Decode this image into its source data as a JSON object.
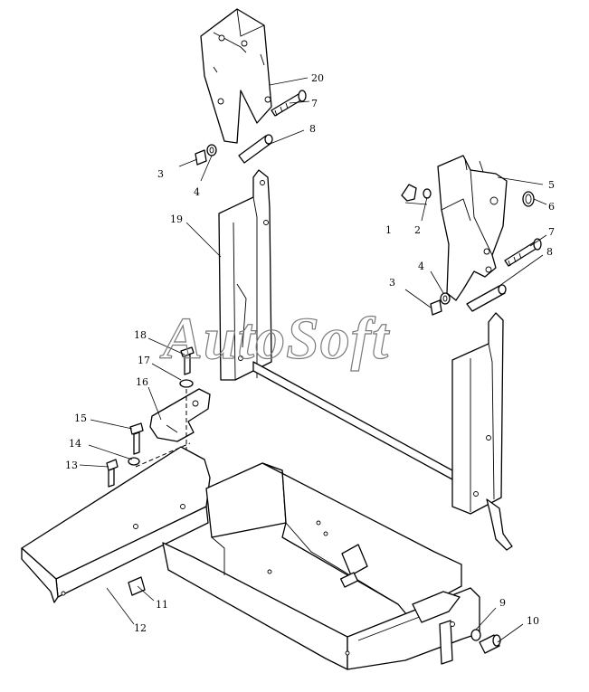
{
  "watermark": {
    "text": "AutoSoft",
    "stroke_color": "#7a7a7a"
  },
  "callouts": [
    "1",
    "2",
    "3",
    "3",
    "4",
    "4",
    "5",
    "6",
    "7",
    "7",
    "8",
    "8",
    "9",
    "10",
    "11",
    "12",
    "13",
    "14",
    "15",
    "16",
    "17",
    "18",
    "19",
    "20"
  ]
}
